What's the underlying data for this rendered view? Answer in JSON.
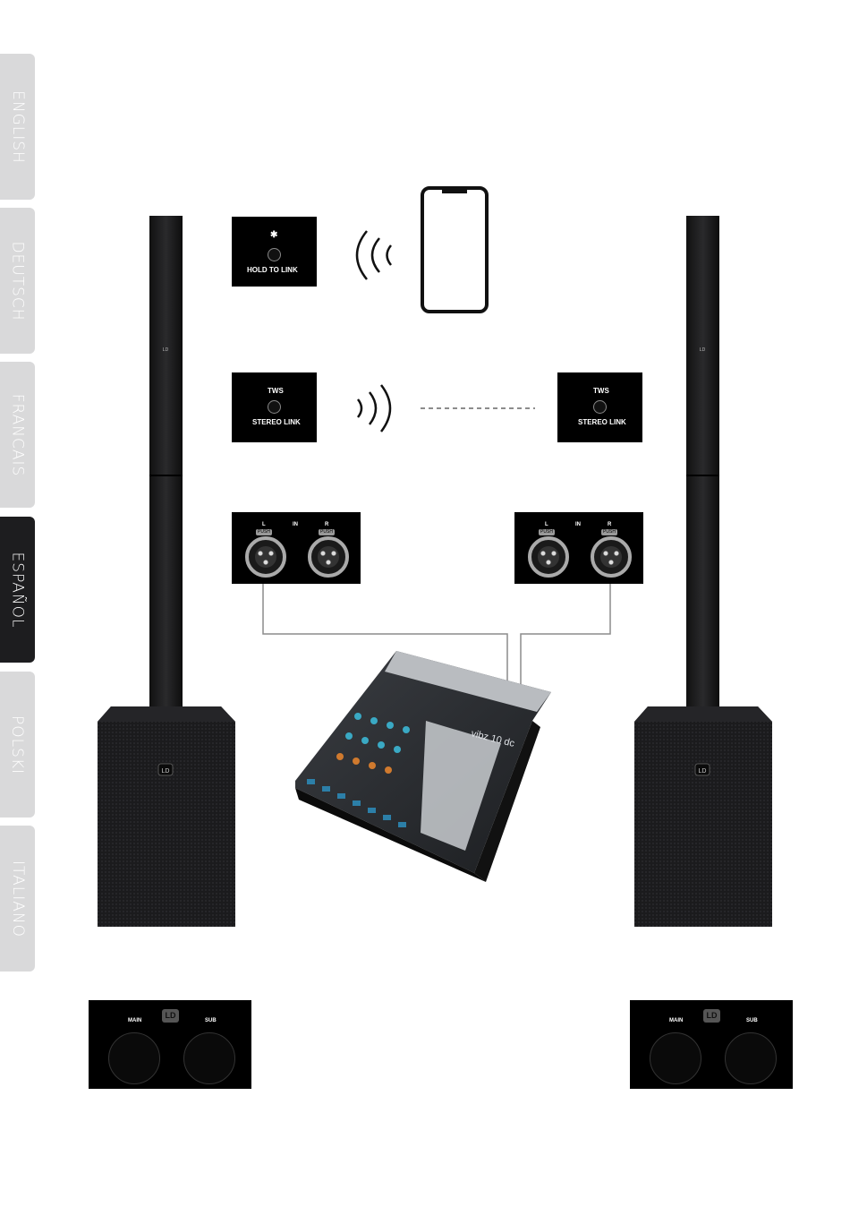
{
  "language_tabs": [
    {
      "label": "ENGLISH",
      "active": false
    },
    {
      "label": "DEUTSCH",
      "active": false
    },
    {
      "label": "FRANCAIS",
      "active": false
    },
    {
      "label": "ESPAÑOL",
      "active": true
    },
    {
      "label": "POLSKI",
      "active": false
    },
    {
      "label": "ITALIANO",
      "active": false
    }
  ],
  "bluetooth_panel": {
    "icon": "bluetooth-icon",
    "button_label": "HOLD TO LINK"
  },
  "tws_panel": {
    "top_label": "TWS",
    "bottom_label": "STEREO LINK"
  },
  "input_panel": {
    "left_label": "L",
    "center_label": "IN",
    "right_label": "R",
    "push_label": "PUSH"
  },
  "mixer": {
    "model_label": "vibz 10 dc"
  },
  "speaker": {
    "logo": "LD"
  },
  "control_panel": {
    "main_label": "MAIN",
    "sub_label": "SUB",
    "logo": "LD"
  },
  "colors": {
    "tab_inactive": "#d9d9da",
    "tab_active": "#1d1d1f",
    "panel": "#000000",
    "cable": "#8c8c8c"
  }
}
